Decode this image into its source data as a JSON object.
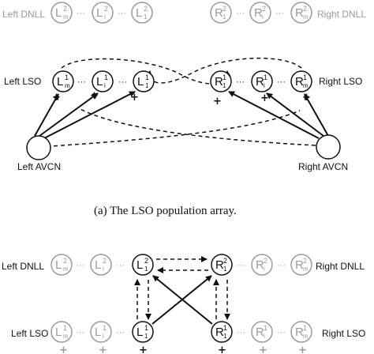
{
  "labels": {
    "a_left_dnll": "Left DNLL",
    "a_right_dnll": "Right DNLL",
    "a_left_lso": "Left LSO",
    "a_right_lso": "Right LSO",
    "a_left_avcn": "Left AVCN",
    "a_right_avcn": "Right AVCN",
    "caption_a": "(a) The LSO population array.",
    "b_left_dnll": "Left DNLL",
    "b_right_dnll": "Right DNLL",
    "b_left_lso": "Left LSO",
    "b_right_lso": "Right LSO"
  },
  "ellipsis": "···",
  "plus_sign": "+",
  "nodes": {
    "a_dnll_l_m": {
      "letter": "L",
      "sup": "2",
      "sub": "m"
    },
    "a_dnll_l_i": {
      "letter": "L",
      "sup": "2",
      "sub": "i"
    },
    "a_dnll_l_1": {
      "letter": "L",
      "sup": "2",
      "sub": "1"
    },
    "a_dnll_r_1": {
      "letter": "R",
      "sup": "2",
      "sub": "1"
    },
    "a_dnll_r_i": {
      "letter": "R",
      "sup": "2",
      "sub": "i"
    },
    "a_dnll_r_m": {
      "letter": "R",
      "sup": "2",
      "sub": "m"
    },
    "a_lso_l_m": {
      "letter": "L",
      "sup": "1",
      "sub": "m"
    },
    "a_lso_l_i": {
      "letter": "L",
      "sup": "1",
      "sub": "i"
    },
    "a_lso_l_1": {
      "letter": "L",
      "sup": "1",
      "sub": "1"
    },
    "a_lso_r_1": {
      "letter": "R",
      "sup": "1",
      "sub": "1"
    },
    "a_lso_r_i": {
      "letter": "R",
      "sup": "1",
      "sub": "i"
    },
    "a_lso_r_m": {
      "letter": "R",
      "sup": "1",
      "sub": "m"
    },
    "b_dnll_l_m": {
      "letter": "L",
      "sup": "2",
      "sub": "m"
    },
    "b_dnll_l_i": {
      "letter": "L",
      "sup": "2",
      "sub": "i"
    },
    "b_dnll_l_1": {
      "letter": "L",
      "sup": "2",
      "sub": "1"
    },
    "b_dnll_r_1": {
      "letter": "R",
      "sup": "2",
      "sub": "1"
    },
    "b_dnll_r_i": {
      "letter": "R",
      "sup": "2",
      "sub": "i"
    },
    "b_dnll_r_m": {
      "letter": "R",
      "sup": "2",
      "sub": "m"
    },
    "b_lso_l_m": {
      "letter": "L",
      "sup": "1",
      "sub": "m"
    },
    "b_lso_l_i": {
      "letter": "L",
      "sup": "1",
      "sub": "i"
    },
    "b_lso_l_1": {
      "letter": "L",
      "sup": "1",
      "sub": "1"
    },
    "b_lso_r_1": {
      "letter": "R",
      "sup": "1",
      "sub": "1"
    },
    "b_lso_r_i": {
      "letter": "R",
      "sup": "1",
      "sub": "i"
    },
    "b_lso_r_m": {
      "letter": "R",
      "sup": "1",
      "sub": "m"
    }
  },
  "colors": {
    "active": "#111111",
    "inactive": "#9a9a9a"
  }
}
